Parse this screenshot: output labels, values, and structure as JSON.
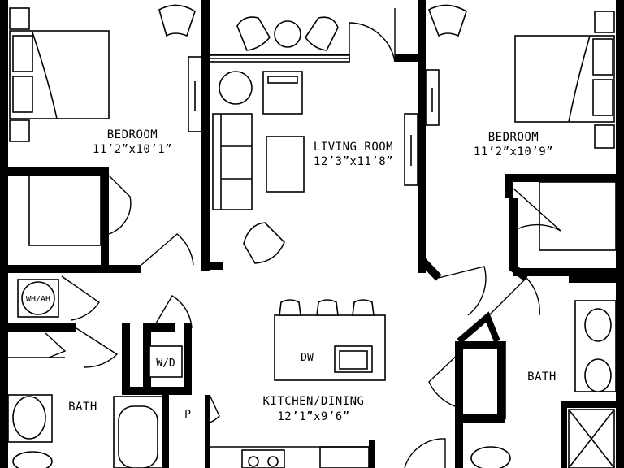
{
  "rooms": {
    "bedroom_left": {
      "name": "BEDROOM",
      "dims": "11’2”x10’1”"
    },
    "living": {
      "name": "LIVING ROOM",
      "dims": "12’3”x11’8”"
    },
    "bedroom_right": {
      "name": "BEDROOM",
      "dims": "11’2”x10’9”"
    },
    "bath_left": {
      "name": "BATH"
    },
    "bath_right": {
      "name": "BATH"
    },
    "kitchen": {
      "name": "KITCHEN/DINING",
      "dims": "12’1”x9’6”"
    }
  },
  "fixtures": {
    "water_heater": "WH/AH",
    "washer_dryer": "W/D",
    "dishwasher": "DW",
    "pantry": "P"
  }
}
